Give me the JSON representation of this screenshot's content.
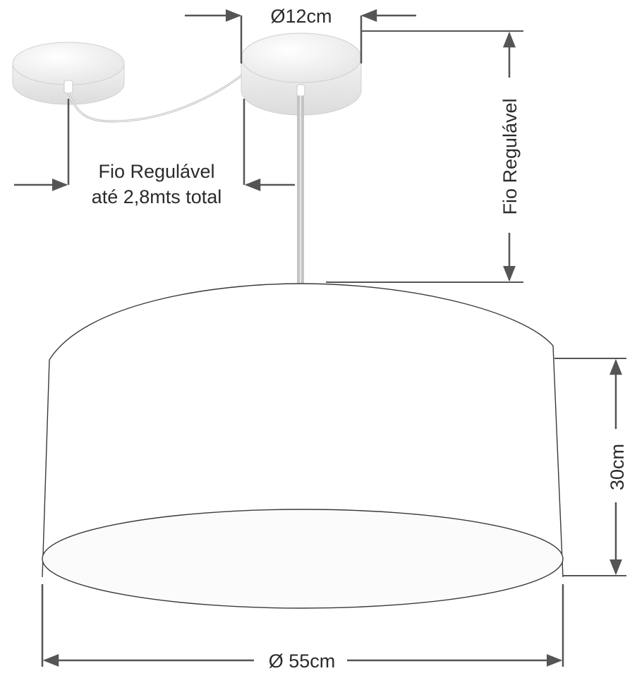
{
  "labels": {
    "canopy_diameter": "Ø12cm",
    "cord_vertical": "Fio Regulável",
    "cord_note_line1": "Fio Regulável",
    "cord_note_line2": "até 2,8mts total",
    "shade_height": "30cm",
    "shade_diameter": "Ø 55cm"
  },
  "colors": {
    "dimension_line": "#555555",
    "outline": "#3a3a3a",
    "canopy_fill": "#f4f4f4",
    "cord": "#b8b8b8",
    "text": "#2b2b2b"
  }
}
